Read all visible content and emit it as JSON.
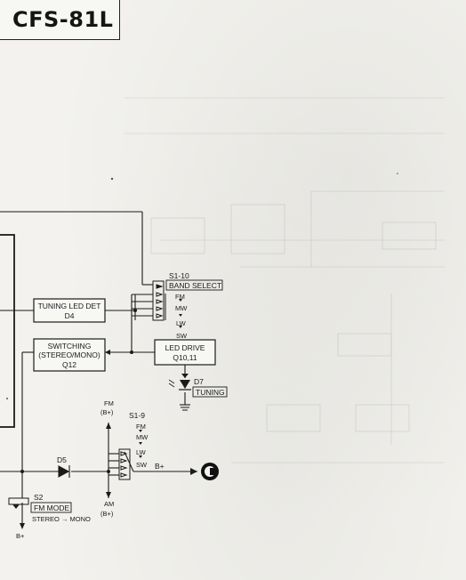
{
  "model": "CFS-81L",
  "blocks": {
    "tuning_led_det": {
      "line1": "TUNING LED DET",
      "line2": "D4"
    },
    "switching": {
      "line1": "SWITCHING",
      "line2": "(STEREO/MONO)",
      "line3": "Q12"
    },
    "led_drive": {
      "line1": "LED DRIVE",
      "line2": "Q10,11"
    }
  },
  "switch_s1_10": {
    "ref": "S1-10",
    "label": "BAND SELECT",
    "positions": [
      "FM",
      "MW",
      "LW",
      "SW"
    ]
  },
  "led_d7": {
    "ref": "D7",
    "label": "TUNING"
  },
  "switch_s1_9": {
    "ref": "S1-9",
    "positions": [
      "FM",
      "MW",
      "LW",
      "SW"
    ],
    "fm_supply": "FM",
    "fm_supply2": "(B+)",
    "am_supply": "AM",
    "am_supply2": "(B+)",
    "output_label": "B+"
  },
  "diode_d5": {
    "ref": "D5"
  },
  "connector": {
    "label": "C"
  },
  "switch_s2": {
    "ref": "S2",
    "label": "FM MODE",
    "action": "STEREO → MONO",
    "supply": "B+"
  }
}
